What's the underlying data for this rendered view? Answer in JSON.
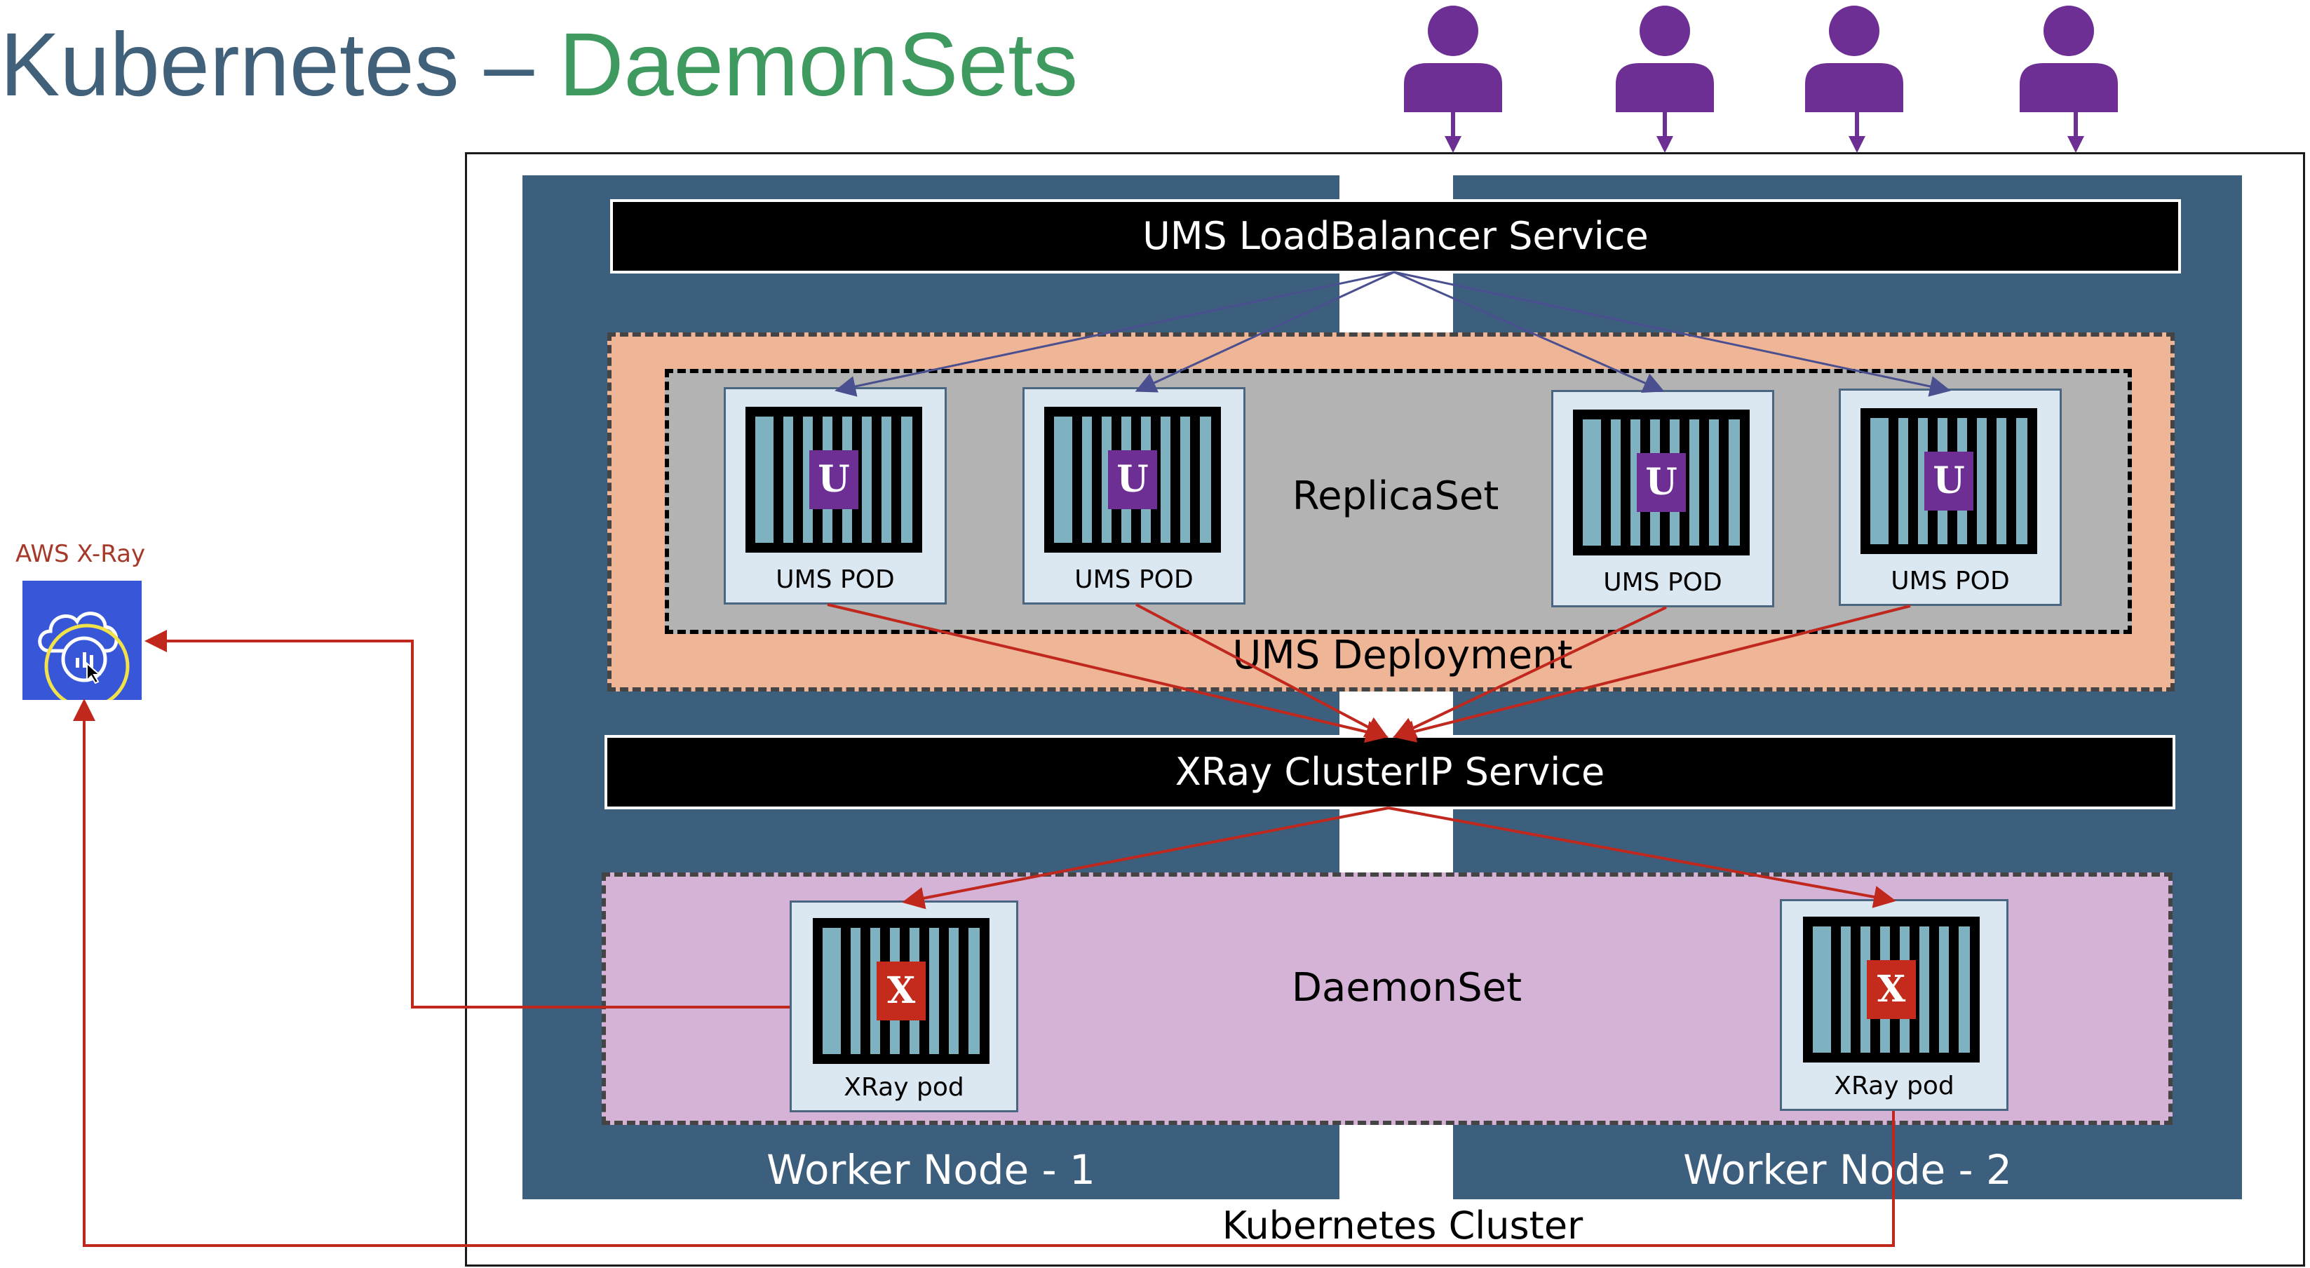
{
  "title": {
    "part1": "Kubernetes – ",
    "part2": "DaemonSets"
  },
  "aws_xray": {
    "label": "AWS X-Ray",
    "icon": "xray-cloud-icon"
  },
  "users": {
    "count": 4,
    "icon": "user-icon",
    "color": "#6d2f93"
  },
  "cluster": {
    "label": "Kubernetes Cluster"
  },
  "nodes": [
    {
      "label": "Worker Node - 1"
    },
    {
      "label": "Worker Node - 2"
    }
  ],
  "services": {
    "loadbalancer": "UMS  LoadBalancer Service",
    "clusterip": "XRay ClusterIP Service"
  },
  "deployment": {
    "label": "UMS Deployment"
  },
  "replicaset": {
    "label": "ReplicaSet"
  },
  "daemonset": {
    "label": "DaemonSet"
  },
  "ums_pods": [
    {
      "label": "UMS POD",
      "badge": "U"
    },
    {
      "label": "UMS POD",
      "badge": "U"
    },
    {
      "label": "UMS POD",
      "badge": "U"
    },
    {
      "label": "UMS POD",
      "badge": "U"
    }
  ],
  "xray_pods": [
    {
      "label": "XRay pod",
      "badge": "X"
    },
    {
      "label": "XRay pod",
      "badge": "X"
    }
  ],
  "colors": {
    "node": "#3d5f7e",
    "deployment": "#eeb597",
    "replicaset": "#b3b3b3",
    "daemonset": "#d5b3d7",
    "ums_badge": "#6d2f93",
    "xray_badge": "#c42b1c",
    "red_arrow": "#c0281e",
    "blue_arrow": "#4a4f8f"
  }
}
